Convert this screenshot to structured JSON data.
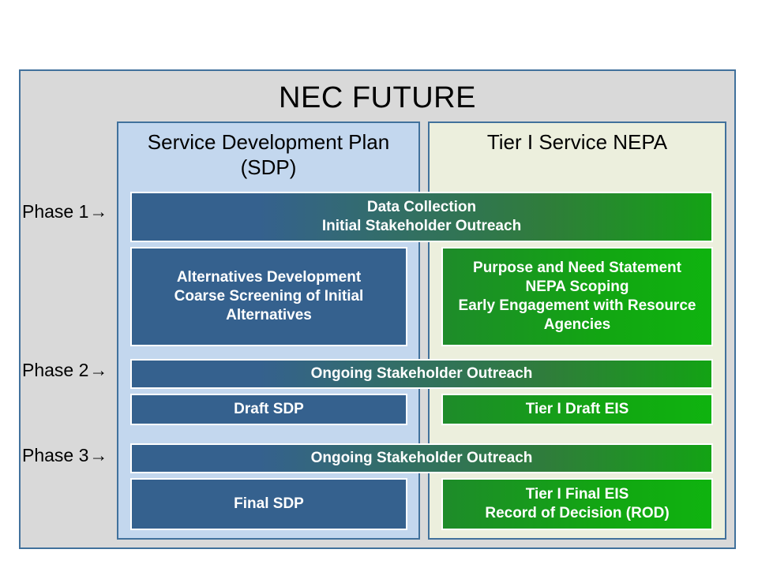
{
  "diagram": {
    "title": "NEC FUTURE",
    "columns": [
      {
        "name": "sdp",
        "heading": "Service Development Plan (SDP)"
      },
      {
        "name": "nepa",
        "heading": "Tier I Service NEPA"
      }
    ],
    "phases": [
      {
        "label": "Phase 1",
        "arrow": "→"
      },
      {
        "label": "Phase 2",
        "arrow": "→"
      },
      {
        "label": "Phase 3",
        "arrow": "→"
      }
    ],
    "boxes": {
      "data_collection": "Data Collection\nInitial Stakeholder Outreach",
      "alternatives": "Alternatives Development\nCoarse Screening of Initial Alternatives",
      "purpose_need": "Purpose and Need Statement\nNEPA Scoping\nEarly Engagement with Resource Agencies",
      "ongoing_outreach_phase2": "Ongoing Stakeholder Outreach",
      "draft_sdp": "Draft SDP",
      "draft_eis": "Tier I Draft EIS",
      "ongoing_outreach_phase3": "Ongoing Stakeholder Outreach",
      "final_sdp": "Final SDP",
      "final_eis": "Tier I Final EIS\nRecord of Decision (ROD)"
    },
    "colors": {
      "outer_background": "#d9d9d9",
      "outer_border": "#41719c",
      "sdp_background": "#c3d7ee",
      "nepa_background": "#ecefdd",
      "blue_box": "#35618e",
      "green_box": "#12a612",
      "box_border": "#ffffff"
    }
  }
}
